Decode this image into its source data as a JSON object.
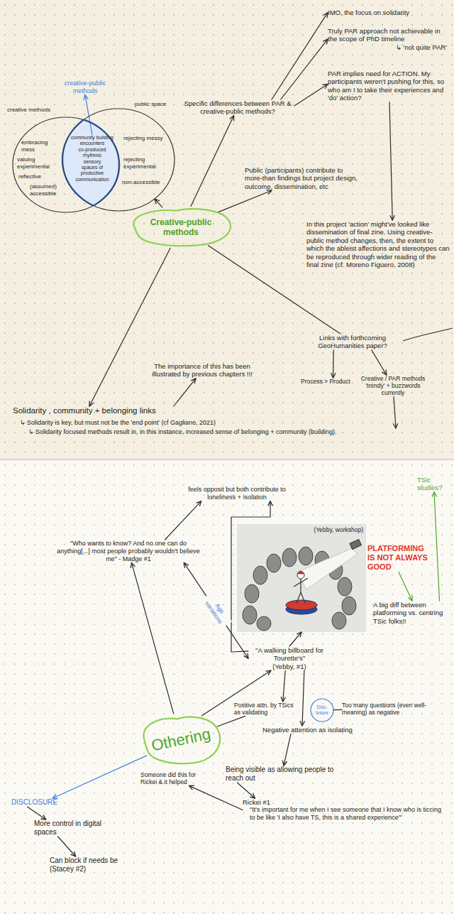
{
  "diagram": {
    "nodes": [
      {
        "text": [
          "creative-public methods"
        ]
      },
      {
        "text": [
          "creative methods",
          "embracing mess",
          "valuing experimental",
          "reflective",
          "(assumed) accessible"
        ]
      },
      {
        "text": [
          "public space",
          "rejecting messy",
          "rejecting experimental",
          "non-accessible"
        ]
      },
      {
        "text": [
          "community building",
          "encounters",
          "co-produced",
          "rhythmic",
          "sensory",
          "spaces of productive communication"
        ]
      },
      {
        "text": [
          "Creative-public methods"
        ]
      },
      {
        "text": [
          "Specific differences between PAR & creative-public methods?"
        ]
      },
      {
        "text": [
          "IMO, the focus on solidarity"
        ]
      },
      {
        "text": [
          "Truly PAR approach not achievable in the scope of PhD timeline",
          "↳ 'not quite PAR'"
        ]
      },
      {
        "text": [
          "PAR implies need for ACTION. My participants weren't pushing for this, so who am I to take their experiences and 'do' action?"
        ]
      },
      {
        "text": [
          "Public (participants) contribute to more-than findings but project design, outcome, dissemination, etc"
        ]
      },
      {
        "text": [
          "In this project 'action' might've looked like dissemination of final zine. Using creative-public method changes, then, the extent to which the ableist affections and stereotypes can be reproduced through wider reading of the final zine (cf. Moreno Figuero, 2008)"
        ]
      },
      {
        "text": [
          "Links with forthcoming GeoHumanities paper?"
        ]
      },
      {
        "text": [
          "Process > Product"
        ]
      },
      {
        "text": [
          "Creative / PAR methods 'trendy' + buzzwords currently"
        ]
      },
      {
        "text": [
          "The importance of this has been illustrated by previous chapters !!!"
        ]
      },
      {
        "text": [
          "Solidarity , community + belonging links",
          "↳ Solidarity is key, but must not be the 'end point' (cf Gagliano, 2021)",
          "↳ Solidarity focused methods result in, in this instance, increased sense of belonging + community (building)."
        ]
      },
      {
        "text": [
          "TSic studies?"
        ]
      },
      {
        "text": [
          "feels opposit but both contribute to loneliness + isolation"
        ]
      },
      {
        "text": [
          "\"Who wants to know? And no one can do anything[...] most people probably wouldn't believe me\" - Madge #1"
        ]
      },
      {
        "text": [
          "(Yebby, workshop)"
        ]
      },
      {
        "text": [
          "PLATFORMING IS NOT ALWAYS GOOD"
        ]
      },
      {
        "text": [
          "A big diff between platforming vs. centring TSic folks!!"
        ]
      },
      {
        "text": [
          "\"A walking billboard for Tourette's\"",
          "(Yebby, #1)"
        ]
      },
      {
        "text": [
          "Othering"
        ]
      },
      {
        "text": [
          "Positive attn. by TSics as validating"
        ]
      },
      {
        "text": [
          "Disc- losure"
        ]
      },
      {
        "text": [
          "Too many questions (even well-meaning) as negative"
        ]
      },
      {
        "text": [
          "Negative attention as isolating"
        ]
      },
      {
        "text": [
          "Someone did this for Rickei & it helped"
        ]
      },
      {
        "text": [
          "Being visible as allowing people to reach out"
        ]
      },
      {
        "text": [
          "Rickei #1",
          "\"It's important for me when I see someone that I know who is ticcing to be like 'I also have TS, this is a shared experience'\""
        ]
      },
      {
        "text": [
          "DISCLOSURE"
        ]
      },
      {
        "text": [
          "More control in digital spaces"
        ]
      },
      {
        "text": [
          "Can block if needs be (Stacey #2)"
        ]
      }
    ],
    "edges": [
      {
        "from": 3,
        "to": 0,
        "arrow": "to"
      },
      {
        "from": 4,
        "to": 2,
        "arrow": "to"
      },
      {
        "from": 4,
        "to": 5,
        "arrow": "to"
      },
      {
        "from": 5,
        "to": 6,
        "arrow": "to"
      },
      {
        "from": 5,
        "to": 7,
        "arrow": "to"
      },
      {
        "from": 5,
        "to": 8,
        "arrow": "to"
      },
      {
        "from": 4,
        "to": 9,
        "arrow": "to"
      },
      {
        "from": 8,
        "to": 10,
        "arrow": "to"
      },
      {
        "from": 4,
        "to": 11,
        "arrow": "none"
      },
      {
        "from": 11,
        "to": 12,
        "arrow": "to"
      },
      {
        "from": 11,
        "to": 13,
        "arrow": "to"
      },
      {
        "from": 4,
        "to": 15,
        "arrow": "to"
      },
      {
        "from": 15,
        "to": 14,
        "arrow": "to"
      },
      {
        "from": 13,
        "to": 15,
        "arrow": "to"
      },
      {
        "from": 23,
        "to": 18,
        "arrow": "to"
      },
      {
        "from": 23,
        "to": 22,
        "arrow": "to"
      },
      {
        "from": 23,
        "to": 24,
        "arrow": "none"
      },
      {
        "from": 23,
        "to": 31,
        "arrow": "to"
      },
      {
        "from": 18,
        "to": 17,
        "arrow": "to"
      },
      {
        "from": 22,
        "to": 17,
        "arrow": "to"
      },
      {
        "from": 18,
        "to": 22,
        "label": "Age variations",
        "arrow": "both"
      },
      {
        "from": 22,
        "to": 19,
        "arrow": "to"
      },
      {
        "from": 20,
        "to": 21,
        "arrow": "to"
      },
      {
        "from": 21,
        "to": 16,
        "arrow": "to"
      },
      {
        "from": 22,
        "to": 24,
        "arrow": "to"
      },
      {
        "from": 22,
        "to": 27,
        "arrow": "to"
      },
      {
        "from": 25,
        "to": 26,
        "arrow": "none"
      },
      {
        "from": 27,
        "to": 29,
        "arrow": "to"
      },
      {
        "from": 30,
        "to": 28,
        "arrow": "to"
      },
      {
        "from": 29,
        "to": 30,
        "arrow": "to"
      },
      {
        "from": 31,
        "to": 32,
        "arrow": "to"
      },
      {
        "from": 32,
        "to": 33,
        "arrow": "to"
      }
    ]
  }
}
